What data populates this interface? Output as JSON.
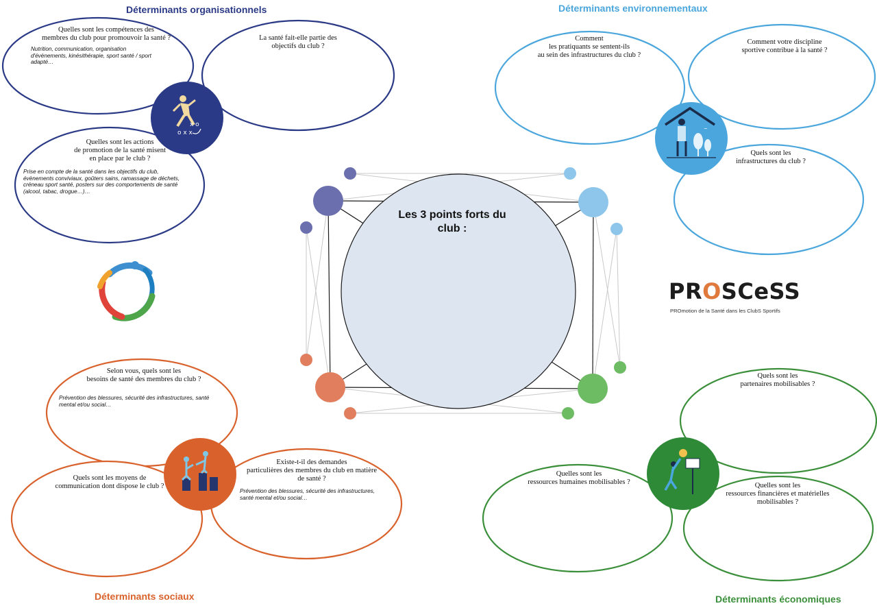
{
  "colors": {
    "organisational": "#2b3a86",
    "environmental": "#4aa6dc",
    "social": "#d9622c",
    "economic": "#3b8f3a",
    "center_fill": "#dde5f0",
    "node_blue_dark": "#6b6fae",
    "node_blue_light": "#8ec5ea",
    "node_orange": "#e07e5e",
    "node_green": "#6dbb63"
  },
  "headings": {
    "organisational": "Déterminants organisationnels",
    "environmental": "Déterminants environnementaux",
    "social": "Déterminants sociaux",
    "economic": "Déterminants économiques"
  },
  "organisational": {
    "q1": "Quelles sont les compétences des\nmembres du club pour promouvoir la santé ?",
    "q1_examples": "Nutrition, communication, organisation\nd'évènements, kinésithérapie, sport santé  / sport\nadapté…",
    "q2": "La santé fait-elle partie des\nobjectifs du club ?",
    "q3": "Quelles sont les actions\nde promotion de la santé misent\nen place par le club ?",
    "q3_examples": "Prise en compte de la santé dans les objectifs du club,\névènements conviviaux, goûters sains, ramassage de déchets,\ncréneau sport santé, posters sur des comportements de santé\n(alcool, tabac, drogue…)…",
    "icon": "football-tactics-icon"
  },
  "environmental": {
    "q1": "Comment\nles pratiquants se sentent-ils\nau sein des infrastructures du club ?",
    "q2": "Comment votre discipline\nsportive contribue à la santé ?",
    "q3": "Quels sont les\ninfrastructures du club ?",
    "icon": "nature-shelter-icon"
  },
  "social": {
    "q1": "Selon vous, quels sont les\nbesoins de santé des membres du club ?",
    "q1_examples": "Prévention des blessures, sécurité des infrastructures, santé\nmental et/ou social…",
    "q2": "Quels sont les moyens de\ncommunication dont dispose le club ?",
    "q3": "Existe-t-il des demandes\nparticulières des membres du club en matière\nde santé ?",
    "q3_examples": "Prévention des blessures, sécurité des infrastructures,\nsanté mental et/ou social…",
    "icon": "people-helping-icon"
  },
  "economic": {
    "q1": "Quels sont les\npartenaires mobilisables ?",
    "q2": "Quelles sont les\nressources humaines mobilisables ?",
    "q3": "Quelles sont les\nressources financières et matérielles\nmobilisables ?",
    "icon": "basketball-player-icon"
  },
  "center": {
    "title": "Les 3 points forts du\nclub :"
  },
  "logo": {
    "name_part1": "PR",
    "name_o": "O",
    "name_part2": "SCeSS",
    "subtitle": "PROmotion de la Santé dans les ClubS Sportifs"
  }
}
